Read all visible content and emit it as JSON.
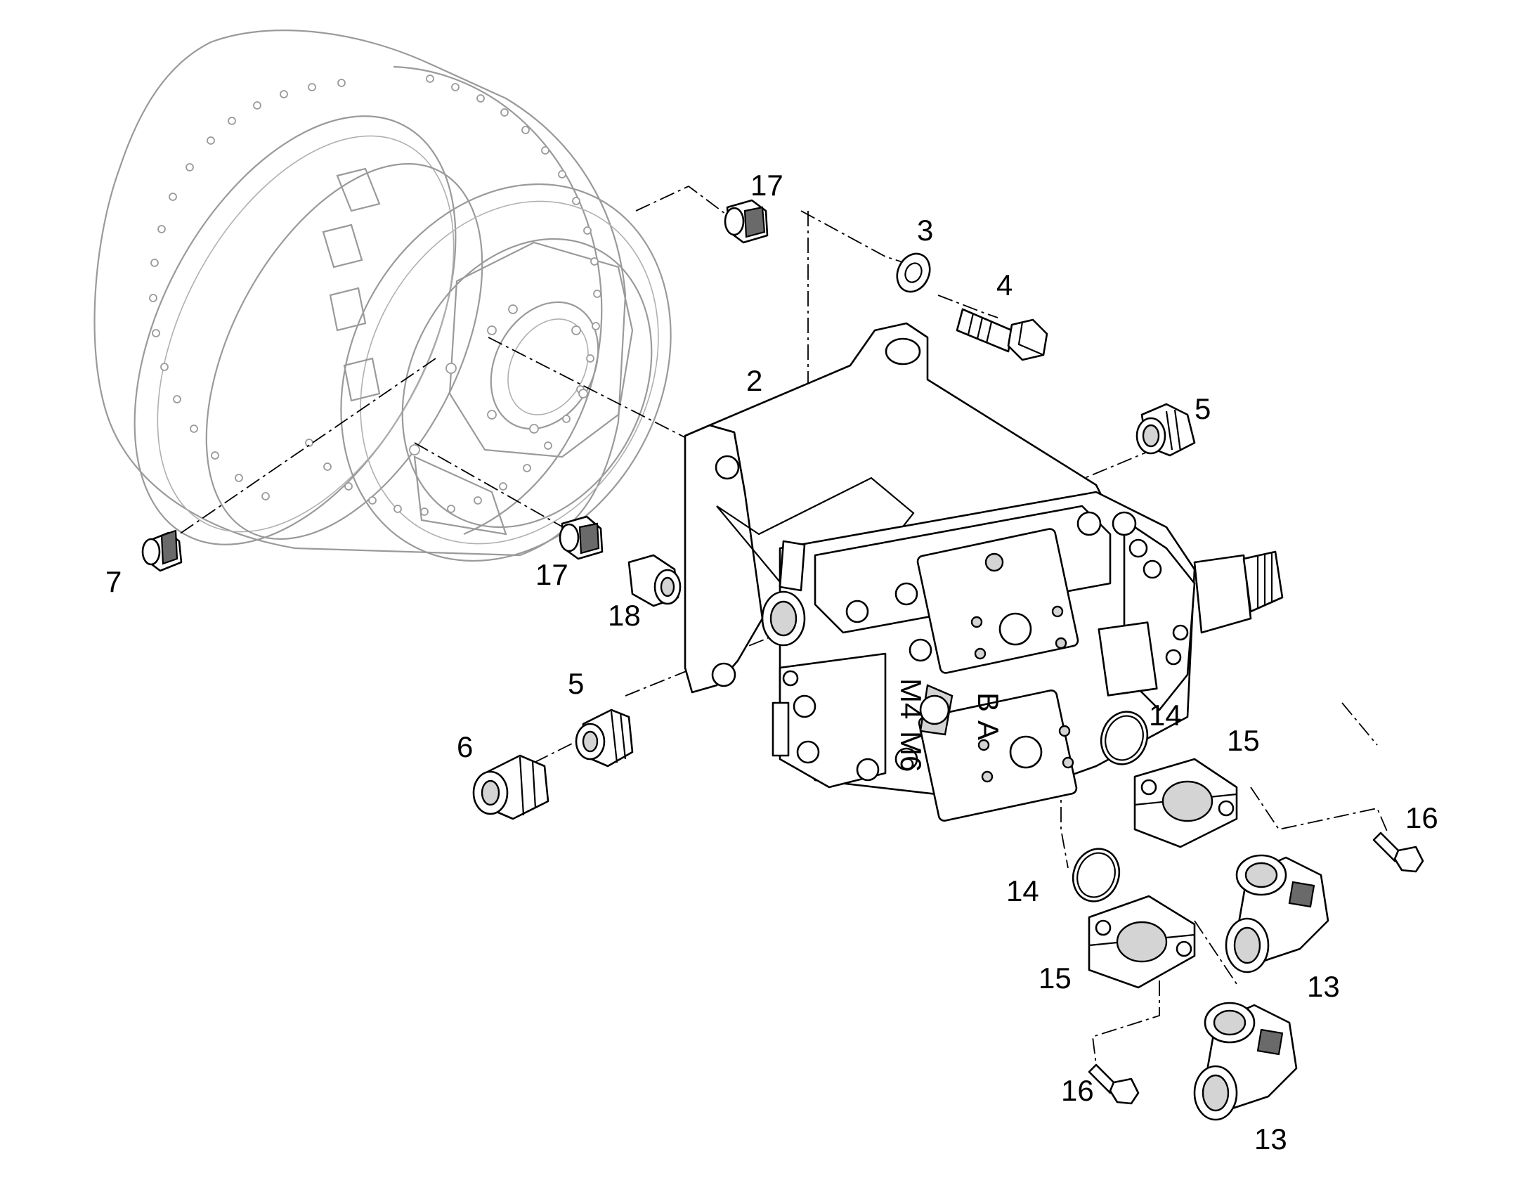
{
  "callouts": {
    "c2": "2",
    "c3": "3",
    "c4": "4",
    "c5_top": "5",
    "c5_bottom": "5",
    "c6": "6",
    "c7": "7",
    "c13_upper": "13",
    "c13_lower": "13",
    "c14_upper": "14",
    "c14_lower": "14",
    "c15_upper": "15",
    "c15_lower": "15",
    "c16_upper": "16",
    "c16_lower": "16",
    "c17_top": "17",
    "c17_mid": "17",
    "c18": "18"
  },
  "body_markings": {
    "port_b": "B",
    "port_a": "A",
    "m4": "M4",
    "m6": "M6"
  }
}
